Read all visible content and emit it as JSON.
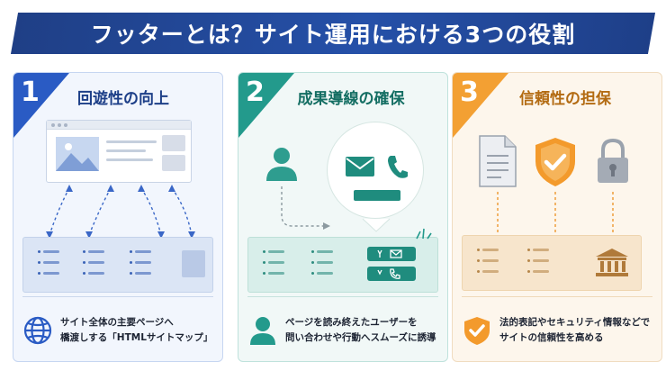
{
  "title": "フッターとは？サイト運用における3つの役割",
  "panels": [
    {
      "number": "1",
      "heading": "回遊性の向上",
      "caption_line1": "サイト全体の主要ページへ",
      "caption_line2": "橋渡しする「HTMLサイトマップ」",
      "accent": "#2a5bc4",
      "icons": [
        "browser-window-icon",
        "image-icon",
        "globe-icon"
      ]
    },
    {
      "number": "2",
      "heading": "成果導線の確保",
      "caption_line1": "ページを読み終えたユーザーを",
      "caption_line2": "問い合わせや行動へスムーズに誘導",
      "accent": "#239a8c",
      "icons": [
        "user-icon",
        "mail-icon",
        "phone-icon"
      ]
    },
    {
      "number": "3",
      "heading": "信頼性の担保",
      "caption_line1": "法的表記やセキュリティ情報などで",
      "caption_line2": "サイトの信頼性を高める",
      "accent": "#f3a033",
      "icons": [
        "document-icon",
        "shield-check-icon",
        "padlock-icon",
        "bank-icon"
      ]
    }
  ]
}
